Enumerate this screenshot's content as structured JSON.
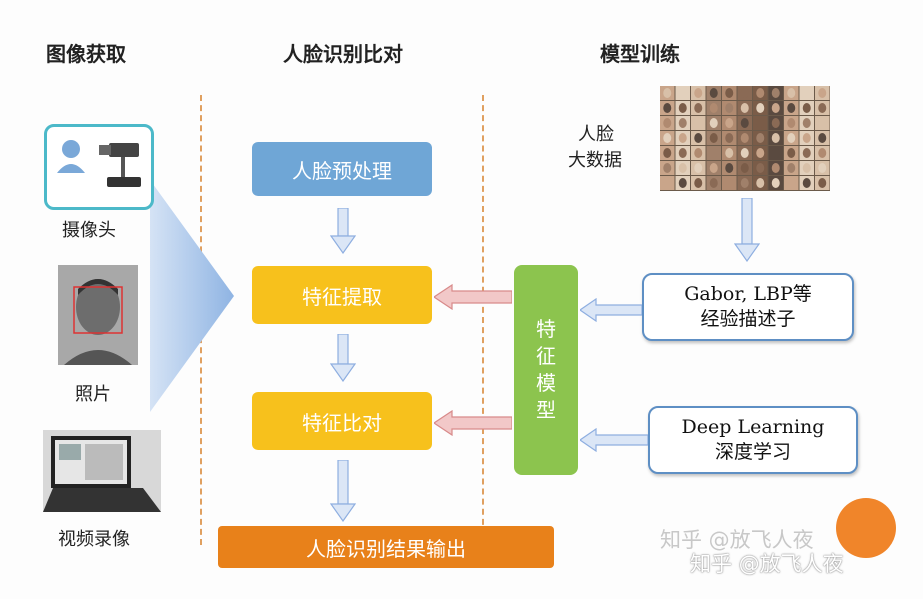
{
  "headings": {
    "acquisition": "图像获取",
    "comparison": "人脸识别比对",
    "training": "模型训练"
  },
  "sources": {
    "camera": "摄像头",
    "photo": "照片",
    "video": "视频录像"
  },
  "pipeline": {
    "preprocess": "人脸预处理",
    "extract": "特征提取",
    "compare": "特征比对",
    "output": "人脸识别结果输出"
  },
  "model": {
    "feature_model": [
      "特",
      "征",
      "模",
      "型"
    ],
    "big_data": [
      "人脸",
      "大数据"
    ],
    "gabor": [
      "Gabor, LBP等",
      "经验描述子"
    ],
    "deep": [
      "Deep Learning",
      "深度学习"
    ]
  },
  "watermark": {
    "text1": "知乎 @放飞人夜",
    "text2": "知乎 @放飞人夜"
  },
  "colors": {
    "blue": "#6fa6d6",
    "yellow": "#f7c11c",
    "orange": "#e8811a",
    "green": "#8cc44e"
  }
}
